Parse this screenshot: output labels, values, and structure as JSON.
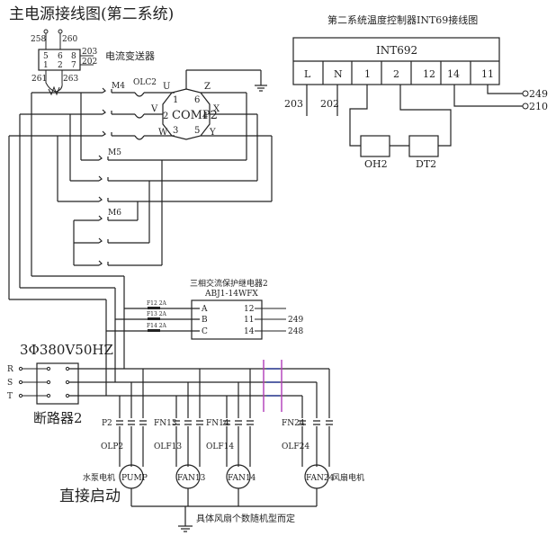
{
  "main_diagram": {
    "title": "主电源接线图(第二系统)",
    "current_transmitter": {
      "label": "电流变送器",
      "top_terminals": [
        "258",
        "260"
      ],
      "row1": [
        "5",
        "6",
        "8"
      ],
      "row2": [
        "1",
        "2",
        "7"
      ],
      "right_terminals": [
        "203",
        "202"
      ],
      "bottom_terminals": [
        "261",
        "263"
      ]
    },
    "contactors": {
      "m4": "M4",
      "m5": "M5",
      "m6": "M6"
    },
    "overload": "OLC2",
    "compressor": {
      "label": "COMP2",
      "phase_labels": [
        "U",
        "V",
        "W",
        "Z",
        "X",
        "Y"
      ],
      "pin_labels": [
        "1",
        "2",
        "3",
        "6",
        "4",
        "5"
      ]
    },
    "relay": {
      "title": "三相交流保护继电器2",
      "model": "ABJ1-14WFX",
      "fuses": [
        "F12 2A",
        "F13 2A",
        "F14 2A"
      ],
      "left_pins": [
        "A",
        "B",
        "C"
      ],
      "right_pins": [
        "12",
        "11",
        "14"
      ],
      "outputs": [
        "249",
        "248"
      ]
    },
    "power_supply": {
      "label": "3Φ380V50HZ",
      "phases": [
        "R",
        "S",
        "T"
      ],
      "breaker_label": "断路器2"
    },
    "loads": {
      "contactor_labels": [
        "P2",
        "FN13",
        "FN14",
        "FN24"
      ],
      "overload_labels": [
        "OLP2",
        "OLF13",
        "OLF14",
        "OLF24"
      ],
      "motors": [
        "PUMP",
        "FAN13",
        "FAN14",
        "FAN24"
      ],
      "pump_caption": "水泵电机",
      "fan_caption": "风扇电机",
      "start_mode": "直接启动",
      "note": "具体风扇个数随机型而定"
    }
  },
  "controller_diagram": {
    "title": "第二系统温度控制器INT69接线图",
    "model": "INT692",
    "terminals": [
      "L",
      "N",
      "1",
      "2",
      "12",
      "14",
      "11"
    ],
    "wires": [
      "203",
      "202"
    ],
    "sensors": [
      "OH2",
      "DT2"
    ],
    "outputs": [
      "249",
      "210"
    ]
  }
}
